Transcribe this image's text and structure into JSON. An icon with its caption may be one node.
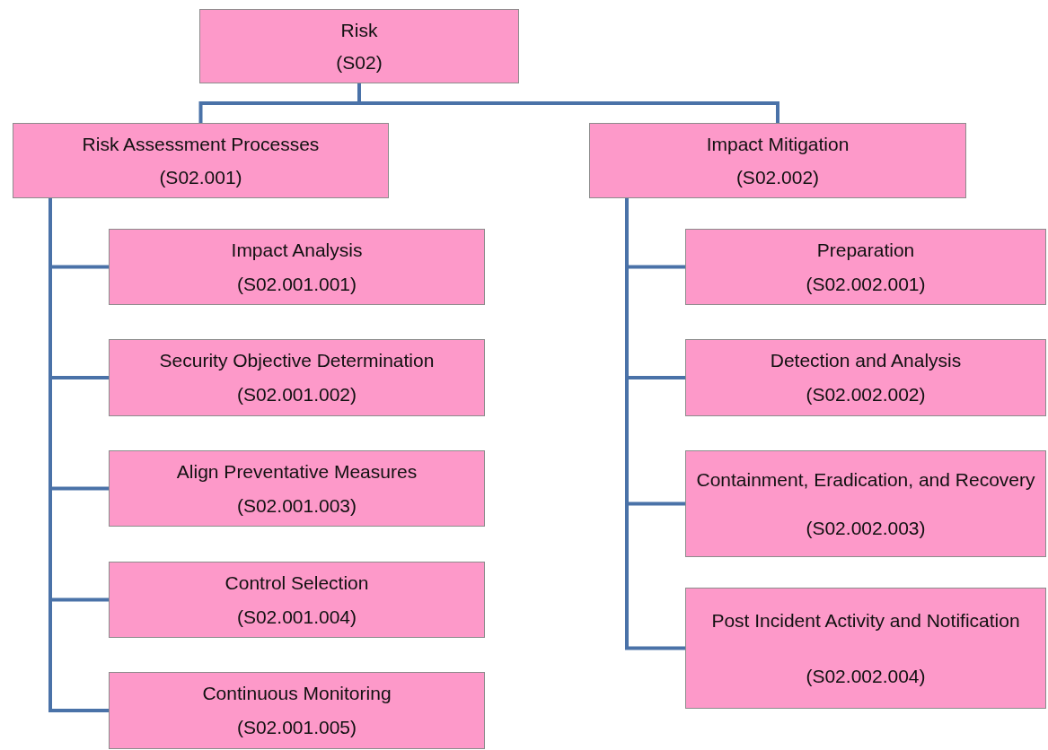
{
  "diagram": {
    "nodes": [
      {
        "text": [
          "Risk",
          "(S02)"
        ]
      },
      {
        "text": [
          "Risk Assessment Processes",
          "(S02.001)"
        ]
      },
      {
        "text": [
          "Impact Mitigation",
          "(S02.002)"
        ]
      },
      {
        "text": [
          "Impact Analysis",
          "(S02.001.001)"
        ]
      },
      {
        "text": [
          "Security Objective Determination",
          "(S02.001.002)"
        ]
      },
      {
        "text": [
          "Align Preventative Measures",
          "(S02.001.003)"
        ]
      },
      {
        "text": [
          "Control Selection",
          "(S02.001.004)"
        ]
      },
      {
        "text": [
          "Continuous Monitoring",
          "(S02.001.005)"
        ]
      },
      {
        "text": [
          "Preparation",
          "(S02.002.001)"
        ]
      },
      {
        "text": [
          "Detection and Analysis",
          "(S02.002.002)"
        ]
      },
      {
        "text": [
          "Containment, Eradication, and Recovery",
          "(S02.002.003)"
        ]
      },
      {
        "text": [
          "Post Incident Activity and Notification",
          "(S02.002.004)"
        ]
      }
    ],
    "edges": [
      {
        "from": 0,
        "to": 1,
        "arrow": "none"
      },
      {
        "from": 0,
        "to": 2,
        "arrow": "none"
      },
      {
        "from": 1,
        "to": 3,
        "arrow": "none"
      },
      {
        "from": 1,
        "to": 4,
        "arrow": "none"
      },
      {
        "from": 1,
        "to": 5,
        "arrow": "none"
      },
      {
        "from": 1,
        "to": 6,
        "arrow": "none"
      },
      {
        "from": 1,
        "to": 7,
        "arrow": "none"
      },
      {
        "from": 2,
        "to": 8,
        "arrow": "none"
      },
      {
        "from": 2,
        "to": 9,
        "arrow": "none"
      },
      {
        "from": 2,
        "to": 10,
        "arrow": "none"
      },
      {
        "from": 2,
        "to": 11,
        "arrow": "none"
      }
    ]
  }
}
